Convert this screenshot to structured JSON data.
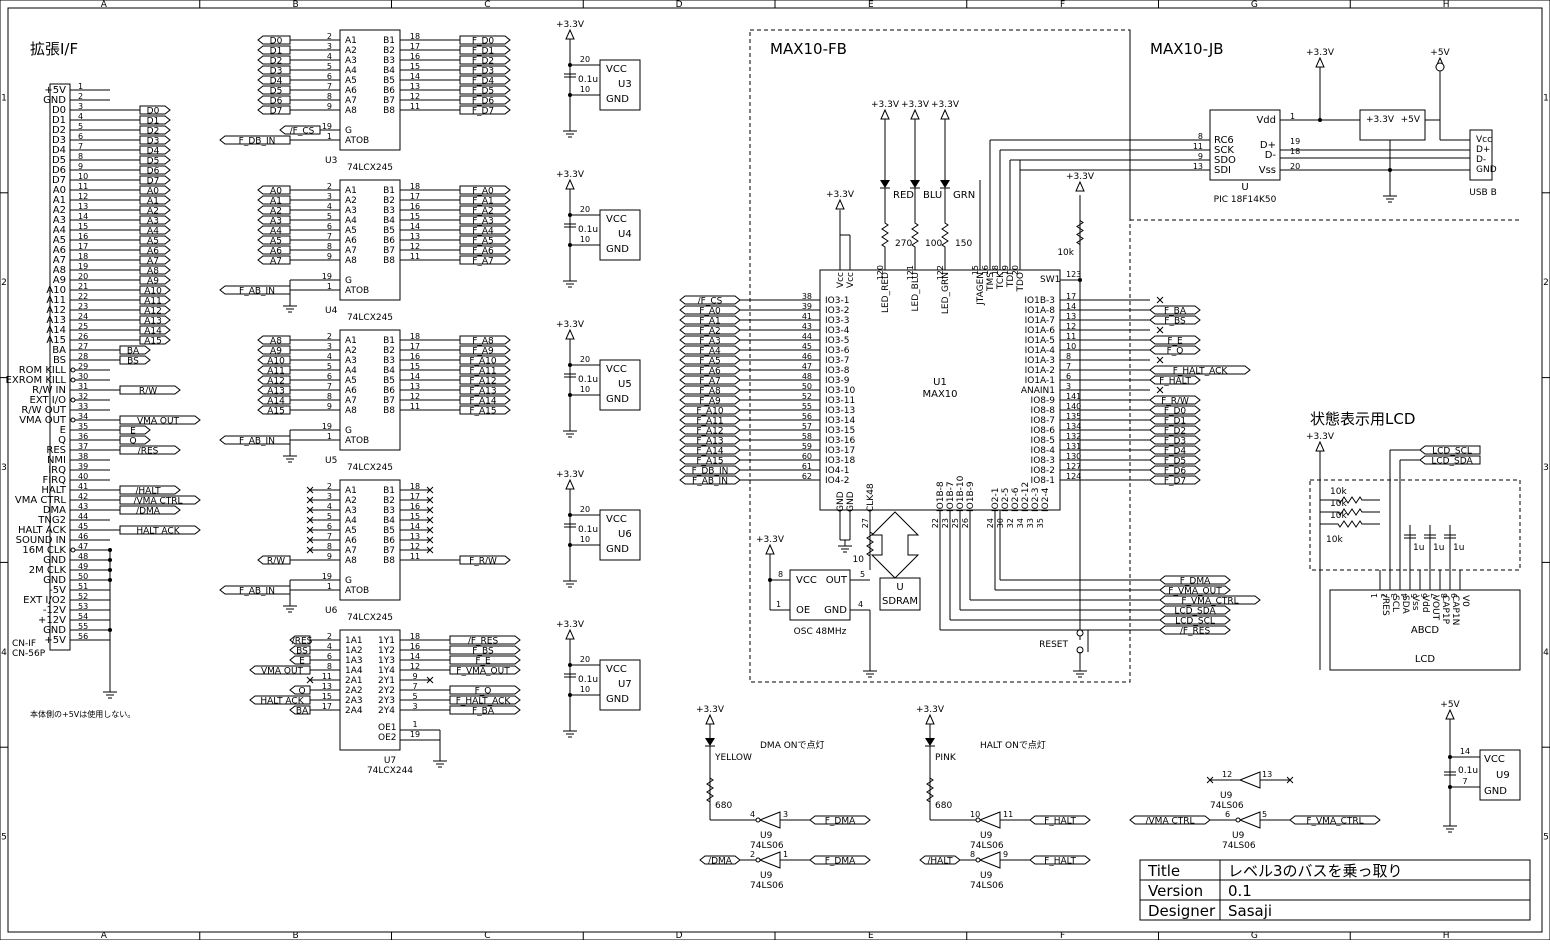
{
  "border": {
    "cols": [
      "A",
      "B",
      "C",
      "D",
      "E",
      "F",
      "G",
      "H"
    ],
    "rows": [
      "1",
      "2",
      "3",
      "4",
      "5"
    ]
  },
  "connector": {
    "title": "拡張I/F",
    "ref": "CN-IF",
    "part": "CN-56P",
    "pins": [
      "+5V",
      "GND",
      "D0",
      "D1",
      "D2",
      "D3",
      "D4",
      "D5",
      "D6",
      "D7",
      "A0",
      "A1",
      "A2",
      "A3",
      "A4",
      "A5",
      "A6",
      "A7",
      "A8",
      "A9",
      "A10",
      "A11",
      "A12",
      "A13",
      "A14",
      "A15",
      "BA",
      "BS",
      "ROM KILL",
      "EXROM KILL",
      "R/W IN",
      "EXT I/O",
      "R/W OUT",
      "VMA OUT",
      "E",
      "Q",
      "RES",
      "NMI",
      "IRQ",
      "FIRQ",
      "HALT",
      "VMA CTRL",
      "DMA",
      "TNG2",
      "HALT ACK",
      "SOUND IN",
      "16M CLK",
      "GND",
      "2M CLK",
      "GND",
      "-5V",
      "EXT I/O2",
      "-12V",
      "+12V",
      "GND",
      "+5V"
    ],
    "net_labels": [
      "D0",
      "D1",
      "D2",
      "D3",
      "D4",
      "D5",
      "D6",
      "D7",
      "A0",
      "A1",
      "A2",
      "A3",
      "A4",
      "A5",
      "A6",
      "A7",
      "A8",
      "A9",
      "A10",
      "A11",
      "A12",
      "A13",
      "A14",
      "A15"
    ],
    "side_labels": [
      "BA",
      "BS",
      "R/W",
      "VMA OUT",
      "E",
      "Q",
      "/RES",
      "/HALT",
      "/VMA CTRL",
      "/DMA",
      "HALT ACK"
    ],
    "note": "本体側の+5Vは使用しない。"
  },
  "buffers": [
    {
      "ref": "U3",
      "part": "74LCX245",
      "in": [
        "D0",
        "D1",
        "D2",
        "D3",
        "D4",
        "D5",
        "D6",
        "D7"
      ],
      "out": [
        "F_D0",
        "F_D1",
        "F_D2",
        "F_D3",
        "F_D4",
        "F_D5",
        "F_D6",
        "F_D7"
      ],
      "g": "/F_CS",
      "dir": "F_DB_IN"
    },
    {
      "ref": "U4",
      "part": "74LCX245",
      "in": [
        "A0",
        "A1",
        "A2",
        "A3",
        "A4",
        "A5",
        "A6",
        "A7"
      ],
      "out": [
        "F_A0",
        "F_A1",
        "F_A2",
        "F_A3",
        "F_A4",
        "F_A5",
        "F_A6",
        "F_A7"
      ],
      "g": "",
      "dir": "F_AB_IN"
    },
    {
      "ref": "U5",
      "part": "74LCX245",
      "in": [
        "A8",
        "A9",
        "A10",
        "A11",
        "A12",
        "A13",
        "A14",
        "A15"
      ],
      "out": [
        "F_A8",
        "F_A9",
        "F_A10",
        "F_A11",
        "F_A12",
        "F_A13",
        "F_A14",
        "F_A15"
      ],
      "g": "",
      "dir": "F_AB_IN"
    },
    {
      "ref": "U6",
      "part": "74LCX245",
      "in": [
        "",
        "",
        "",
        "",
        "",
        "",
        "",
        "R/W"
      ],
      "out": [
        "",
        "",
        "",
        "",
        "",
        "",
        "",
        "F_R/W"
      ],
      "g": "",
      "dir": "F_AB_IN"
    }
  ],
  "buf_pins": {
    "a": [
      "A1",
      "A2",
      "A3",
      "A4",
      "A5",
      "A6",
      "A7",
      "A8"
    ],
    "b": [
      "B1",
      "B2",
      "B3",
      "B4",
      "B5",
      "B6",
      "B7",
      "B8"
    ],
    "an": [
      "2",
      "3",
      "4",
      "5",
      "6",
      "7",
      "8",
      "9"
    ],
    "bn": [
      "18",
      "17",
      "16",
      "15",
      "14",
      "13",
      "12",
      "11"
    ],
    "g_pin": "19",
    "dir_pin": "1",
    "g": "G",
    "atob": "ATOB"
  },
  "u7": {
    "ref": "U7",
    "part": "74LCX244",
    "pins_a": [
      "1A1",
      "1A2",
      "1A3",
      "1A4",
      "2A1",
      "2A2",
      "2A3",
      "2A4"
    ],
    "pins_y": [
      "1Y1",
      "1Y2",
      "1Y3",
      "1Y4",
      "2Y1",
      "2Y2",
      "2Y3",
      "2Y4"
    ],
    "an": [
      "2",
      "4",
      "6",
      "8",
      "11",
      "13",
      "15",
      "17"
    ],
    "yn": [
      "18",
      "16",
      "14",
      "12",
      "9",
      "7",
      "5",
      "3"
    ],
    "in": [
      "/RES",
      "BS",
      "E",
      "VMA OUT",
      "",
      "Q",
      "HALT ACK",
      "BA"
    ],
    "out": [
      "/F_RES",
      "F_BS",
      "F_E",
      "F_VMA_OUT",
      "",
      "F_Q",
      "F_HALT_ACK",
      "F_BA"
    ],
    "oe1": "OE1",
    "oe2": "OE2",
    "oe1n": "1",
    "oe2n": "19"
  },
  "decoupling": [
    {
      "ref": "U3"
    },
    {
      "ref": "U4"
    },
    {
      "ref": "U5"
    },
    {
      "ref": "U6"
    },
    {
      "ref": "U7"
    }
  ],
  "cap_common": {
    "rail": "+3.3V",
    "cap": "0.1u",
    "vcc": "VCC",
    "gnd": "GND",
    "p_vcc": "20",
    "p_gnd": "10"
  },
  "max10": {
    "region": "MAX10-FB",
    "ref": "U1",
    "part": "MAX10",
    "left_pins": [
      "IO3-1",
      "IO3-2",
      "IO3-3",
      "IO3-4",
      "IO3-5",
      "IO3-6",
      "IO3-7",
      "IO3-8",
      "IO3-9",
      "IO3-10",
      "IO3-11",
      "IO3-13",
      "IO3-14",
      "IO3-15",
      "IO3-16",
      "IO3-17",
      "IO3-18",
      "IO4-1",
      "IO4-2"
    ],
    "left_nums": [
      "38",
      "39",
      "41",
      "43",
      "44",
      "45",
      "46",
      "47",
      "48",
      "50",
      "52",
      "55",
      "56",
      "57",
      "58",
      "59",
      "60",
      "61",
      "62"
    ],
    "left_nets": [
      "/F_CS",
      "F_A0",
      "F_A1",
      "F_A2",
      "F_A3",
      "F_A4",
      "F_A5",
      "F_A6",
      "F_A7",
      "F_A8",
      "F_A9",
      "F_A10",
      "F_A11",
      "F_A12",
      "F_A13",
      "F_A14",
      "F_A15",
      "F_DB_IN",
      "F_AB_IN"
    ],
    "right_pins": [
      "IO1B-3",
      "IO1A-8",
      "IO1A-7",
      "IO1A-6",
      "IO1A-5",
      "IO1A-4",
      "IO1A-3",
      "IO1A-2",
      "IO1A-1",
      "ANAIN1",
      "IO8-9",
      "IO8-8",
      "IO8-7",
      "IO8-6",
      "IO8-5",
      "IO8-4",
      "IO8-3",
      "IO8-2",
      "IO8-1"
    ],
    "right_nums": [
      "17",
      "14",
      "13",
      "12",
      "11",
      "10",
      "8",
      "7",
      "6",
      "3",
      "141",
      "140",
      "135",
      "134",
      "132",
      "131",
      "130",
      "127",
      "124"
    ],
    "right_nets": [
      "",
      "F_BA",
      "F_BS",
      "",
      "F_E",
      "F_Q",
      "",
      "F_HALT_ACK",
      "F_HALT",
      "",
      "F_R/W",
      "F_D0",
      "F_D1",
      "F_D2",
      "F_D3",
      "F_D4",
      "F_D5",
      "F_D6",
      "F_D7"
    ],
    "top_pins": [
      "Vcc",
      "Vcc",
      "LED_RED",
      "LED_BLU",
      "LED_GRN",
      "JTAGEN",
      "TMS",
      "TCK",
      "TDI",
      "TDO"
    ],
    "top_nums": [
      "120",
      "121",
      "122",
      "15",
      "16",
      "18",
      "19",
      "20"
    ],
    "bottom_pins": [
      "GND",
      "GND",
      "CLK48",
      "IO1B-8",
      "IO1B-7",
      "IO1B-10",
      "IO1B-9",
      "IO2-1",
      "IO2-5",
      "IO2-6",
      "IO2-12",
      "IO2-3",
      "IO2-4"
    ],
    "bottom_nums": [
      "27",
      "22",
      "23",
      "25",
      "26",
      "24",
      "30",
      "32",
      "34",
      "33",
      "35"
    ],
    "sw": "SW1",
    "sw_pin": "123",
    "bottom_nets": [
      "F_DMA",
      "F_VMA_OUT",
      "F_VMA_CTRL",
      "LCD_SDA",
      "LCD_SCL",
      "/F_RES"
    ],
    "leds": [
      {
        "name": "RED",
        "r": "270"
      },
      {
        "name": "BLU",
        "r": "100"
      },
      {
        "name": "GRN",
        "r": "150"
      }
    ],
    "pullup": "10k",
    "reset": "RESET",
    "osc": {
      "name": "OSC 48MHz",
      "vcc": "VCC",
      "out": "OUT",
      "oe": "OE",
      "gnd": "GND",
      "p8": "8",
      "p1": "1",
      "p4": "4",
      "p5": "5"
    },
    "r10": "10",
    "sdram": {
      "ref": "U",
      "name": "SDRAM"
    }
  },
  "jb": {
    "region": "MAX10-JB",
    "ref": "U",
    "part": "PIC 18F14K50",
    "pins_l": [
      "RC6",
      "SCK",
      "SDO",
      "SDI"
    ],
    "nums_l": [
      "8",
      "11",
      "9",
      "13"
    ],
    "pins_r": [
      "Vdd",
      "D+",
      "D-",
      "Vss"
    ],
    "nums_r": [
      "1",
      "19",
      "18",
      "20"
    ],
    "reg": [
      "+3.3V",
      "+5V"
    ],
    "usb": {
      "name": "USB B",
      "pins": [
        "Vcc",
        "D+",
        "D-",
        "GND"
      ]
    }
  },
  "lcd": {
    "title": "状態表示用LCD",
    "nets": [
      "LCD_SCL",
      "LCD_SDA"
    ],
    "pins": [
      "/RES",
      "SCL",
      "SDA",
      "Vss",
      "Vdd",
      "VOUT",
      "CAP1P",
      "CAP1N",
      "V0"
    ],
    "nums": [
      "1",
      "2",
      "3",
      "4",
      "5",
      "6",
      "7",
      "8",
      "9"
    ],
    "r": "10k",
    "c": "1u",
    "chars": "ABCD",
    "name": "LCD"
  },
  "inverters": [
    {
      "led": "YELLOW",
      "note": "DMA ONで点灯",
      "r": "680",
      "in": "F_DMA",
      "out": "/DMA",
      "pins": [
        "4",
        "3",
        "2",
        "1"
      ]
    },
    {
      "led": "PINK",
      "note": "HALT ONで点灯",
      "r": "680",
      "in": "F_HALT",
      "out": "/HALT",
      "pins": [
        "10",
        "11",
        "8",
        "9"
      ]
    }
  ],
  "misc": {
    "u9": "U9",
    "ls": "74LS06",
    "spare": {
      "a": "12",
      "b": "13"
    },
    "vma": {
      "out": "/VMA CTRL",
      "in": "F_VMA_CTRL",
      "a": "6",
      "b": "5"
    },
    "pwr": {
      "vcc": "VCC",
      "gnd": "GND",
      "cap": "0.1u",
      "p14": "14",
      "p7": "7"
    },
    "rails": {
      "p33": "+3.3V",
      "p5": "+5V"
    }
  },
  "title_block": {
    "rows": [
      {
        "k": "Title",
        "v": "レベル3のバスを乗っ取り"
      },
      {
        "k": "Version",
        "v": "0.1"
      },
      {
        "k": "Designer",
        "v": "Sasaji"
      }
    ]
  }
}
